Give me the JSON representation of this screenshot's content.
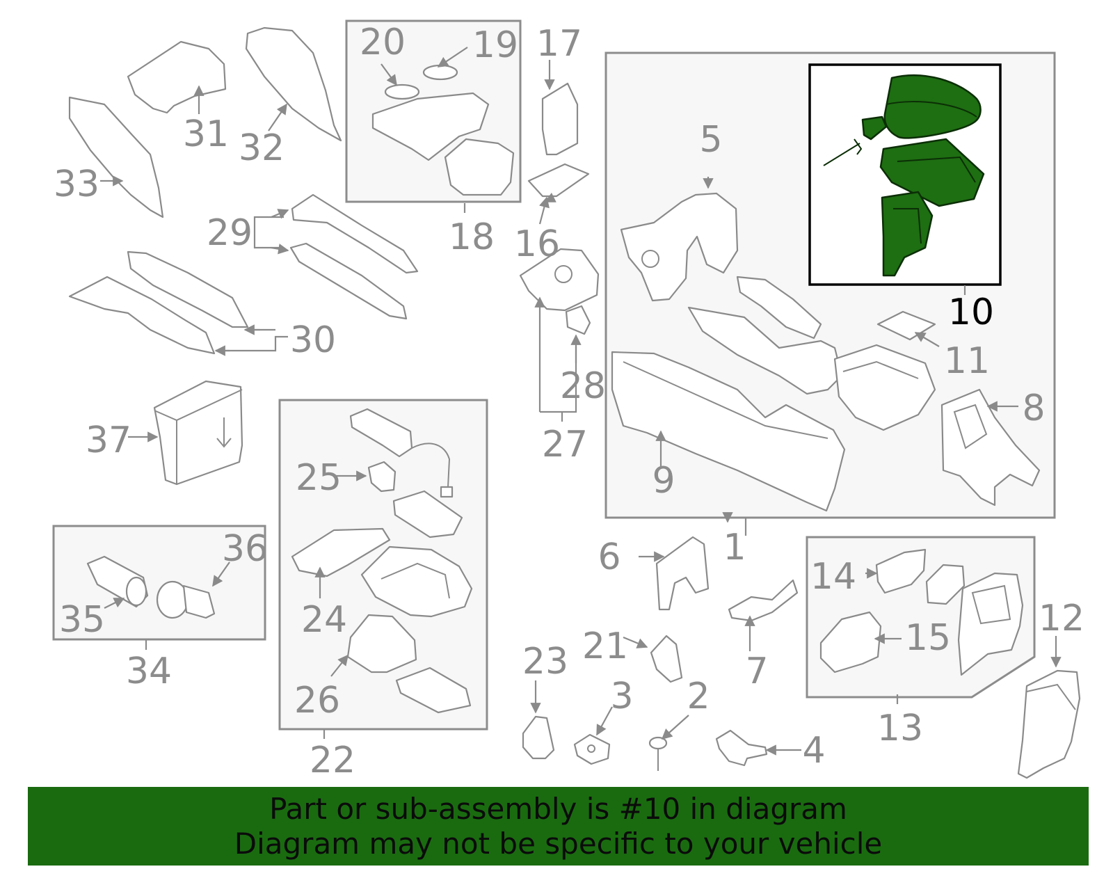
{
  "callouts": {
    "c1": "1",
    "c2": "2",
    "c3": "3",
    "c4": "4",
    "c5": "5",
    "c6": "6",
    "c7": "7",
    "c8": "8",
    "c9": "9",
    "c10": "10",
    "c11": "11",
    "c12": "12",
    "c13": "13",
    "c14": "14",
    "c15": "15",
    "c16": "16",
    "c17": "17",
    "c18": "18",
    "c19": "19",
    "c20": "20",
    "c21": "21",
    "c22": "22",
    "c23": "23",
    "c24": "24",
    "c25": "25",
    "c26": "26",
    "c27": "27",
    "c28": "28",
    "c29": "29",
    "c30": "30",
    "c31": "31",
    "c32": "32",
    "c33": "33",
    "c34": "34",
    "c35": "35",
    "c36": "36",
    "c37": "37"
  },
  "highlighted_part": "10",
  "colors": {
    "banner": "#1a6b10",
    "highlight": "#1e6e12",
    "line_art": "#8a8a8a",
    "box_fill": "#f7f7f7"
  },
  "banner": {
    "line1": "Part or sub-assembly is #10 in diagram",
    "line2": "Diagram may not be specific to your vehicle"
  }
}
